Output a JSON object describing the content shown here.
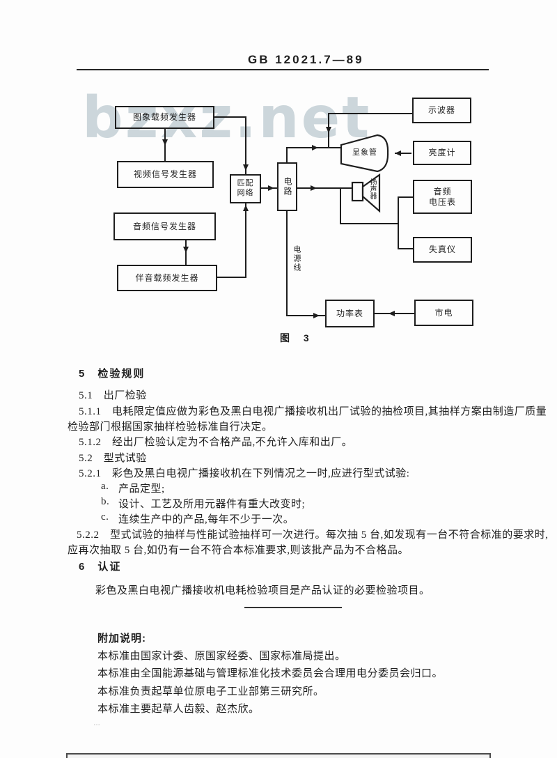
{
  "colors": {
    "ink": "#1e1e1e",
    "watermark": "#ccd6db",
    "paper": "#fdfdfd"
  },
  "header": {
    "standard_number": "GB 12021.7—89"
  },
  "watermark_text": "bzxz.net",
  "diagram": {
    "figure_caption": "图  3",
    "boxes": {
      "picture_carrier_generator": "图象载频发生器",
      "video_signal_generator": "视频信号发生器",
      "audio_signal_generator": "音频信号发生器",
      "sound_carrier_generator": "伴音载频发生器",
      "matching_network": "匹配网络",
      "circuit": "电路",
      "oscilloscope": "示波器",
      "picture_tube": "显象管",
      "luminance_meter": "亮度计",
      "speaker": "扬声器",
      "audio_voltmeter": [
        "音频",
        "电压表"
      ],
      "distortion_meter": "失真仪",
      "power_meter": "功率表",
      "mains": "市电"
    },
    "labels": {
      "power_cord": "电源线"
    }
  },
  "sections": {
    "s5_title": "5　检验规则",
    "s5_1": "5.1　出厂检验",
    "s5_1_1a": "5.1.1　电耗限定值应做为彩色及黑白电视广播接收机出厂试验的抽检项目,其抽样方案由制造厂质量",
    "s5_1_1b": "检验部门根据国家抽样检验标准自行决定。",
    "s5_1_2": "5.1.2　经出厂检验认定为不合格产品,不允许入库和出厂。",
    "s5_2": "5.2　型式试验",
    "s5_2_1": "5.2.1　彩色及黑白电视广播接收机在下列情况之一时,应进行型式试验:",
    "item_a_label": "a.",
    "item_a": "产品定型;",
    "item_b_label": "b.",
    "item_b": "设计、工艺及所用元器件有重大改变时;",
    "item_c_label": "c.",
    "item_c": "连续生产中的产品,每年不少于一次。",
    "s5_2_2a": "5.2.2　型式试验的抽样与性能试验抽样可一次进行。每次抽 5 台,如发现有一台不符合标准的要求时,",
    "s5_2_2b": "应再次抽取 5 台,如仍有一台不符合本标准要求,则该批产品为不合格品。",
    "s6_title": "6　认证",
    "s6_body": "彩色及黑白电视广播接收机电耗检验项目是产品认证的必要检验项目。",
    "notes_title": "附加说明:",
    "note1": "本标准由国家计委、原国家经委、国家标准局提出。",
    "note2": "本标准由全国能源基础与管理标准化技术委员会合理用电分委员会归口。",
    "note3": "本标准负责起草单位原电子工业部第三研究所。",
    "note4": "本标准主要起草人齿毅、赵杰欣。",
    "stray_mark": "…"
  }
}
